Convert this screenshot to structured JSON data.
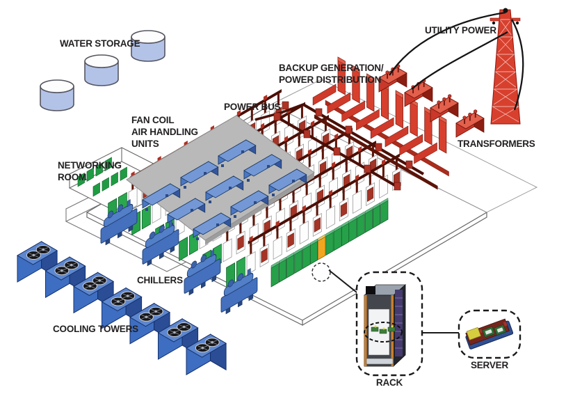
{
  "figure": {
    "type": "isometric-datacenter-infrastructure-diagram",
    "background": "#ffffff",
    "labels": {
      "water_storage": "WATER STORAGE",
      "utility_power": "UTILITY POWER",
      "backup_generation": "BACKUP GENERATION/\nPOWER DISTRIBUTION",
      "power_bus": "POWER BUS",
      "fan_coil": "FAN COIL\nAIR HANDLING\nUNITS",
      "networking_room": "NETWORKING\nROOM",
      "transformers": "TRANSFORMERS",
      "chillers": "CHILLERS",
      "cooling_towers": "COOLING TOWERS",
      "rack": "RACK",
      "server": "SERVER"
    },
    "components": [
      {
        "id": "water-storage-tanks",
        "label": "WATER STORAGE",
        "count": 3,
        "color": "#b3c3e8"
      },
      {
        "id": "utility-power-pylon",
        "label": "UTILITY POWER",
        "color": "#d8402e"
      },
      {
        "id": "backup-generation-power-distribution",
        "label": "BACKUP GENERATION/ POWER DISTRIBUTION",
        "color": "#d8402e"
      },
      {
        "id": "power-bus",
        "label": "POWER BUS",
        "color": "#4a0f06"
      },
      {
        "id": "fan-coil-air-handling-units",
        "label": "FAN COIL AIR HANDLING UNITS",
        "color": "#4a77c4"
      },
      {
        "id": "networking-room",
        "label": "NETWORKING ROOM",
        "color": "#1f9c43"
      },
      {
        "id": "transformers",
        "label": "TRANSFORMERS",
        "count": 4,
        "color": "#c9382a"
      },
      {
        "id": "chillers",
        "label": "CHILLERS",
        "count": 4,
        "color": "#4470bd"
      },
      {
        "id": "cooling-towers",
        "label": "COOLING TOWERS",
        "count": 7,
        "color": "#3e6ec1"
      },
      {
        "id": "rack-callout",
        "label": "RACK",
        "highlighted_rack_color": "#f0a71f"
      },
      {
        "id": "server-callout",
        "label": "SERVER"
      }
    ]
  }
}
